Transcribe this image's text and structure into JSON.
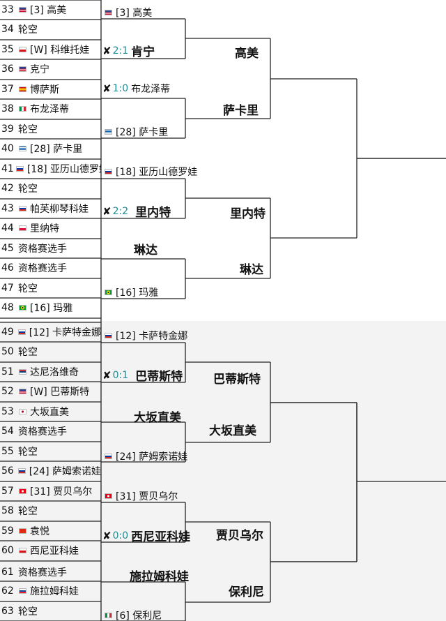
{
  "colors": {
    "line": "#222222",
    "score": "#1a8f96"
  },
  "draw": [
    {
      "num": "33",
      "flag": "us",
      "text": "[3] 高美"
    },
    {
      "num": "34",
      "flag": "",
      "text": "轮空"
    },
    {
      "num": "35",
      "flag": "cz",
      "text": "[W] 科维托娃"
    },
    {
      "num": "36",
      "flag": "us",
      "text": "克宁"
    },
    {
      "num": "37",
      "flag": "es",
      "text": "博萨斯"
    },
    {
      "num": "38",
      "flag": "it",
      "text": "布龙泽蒂"
    },
    {
      "num": "39",
      "flag": "",
      "text": "轮空"
    },
    {
      "num": "40",
      "flag": "gr",
      "text": "[28] 萨卡里"
    },
    {
      "num": "41",
      "flag": "ru",
      "text": "[18] 亚历山德罗娃"
    },
    {
      "num": "42",
      "flag": "",
      "text": "轮空"
    },
    {
      "num": "43",
      "flag": "ru",
      "text": "帕芙柳琴科娃"
    },
    {
      "num": "44",
      "flag": "pl",
      "text": "里纳特"
    },
    {
      "num": "45",
      "flag": "",
      "text": "资格赛选手"
    },
    {
      "num": "46",
      "flag": "",
      "text": "资格赛选手"
    },
    {
      "num": "47",
      "flag": "",
      "text": "轮空"
    },
    {
      "num": "48",
      "flag": "br",
      "text": "[16] 玛雅"
    },
    {
      "num": "49",
      "flag": "ru",
      "text": "[12] 卡萨特金娜"
    },
    {
      "num": "50",
      "flag": "",
      "text": "轮空"
    },
    {
      "num": "51",
      "flag": "rs",
      "text": "达尼洛维奇"
    },
    {
      "num": "52",
      "flag": "us",
      "text": "[W] 巴蒂斯特"
    },
    {
      "num": "53",
      "flag": "jp",
      "text": "大坂直美"
    },
    {
      "num": "54",
      "flag": "",
      "text": "资格赛选手"
    },
    {
      "num": "55",
      "flag": "",
      "text": "轮空"
    },
    {
      "num": "56",
      "flag": "ru",
      "text": "[24] 萨姆索诺娃"
    },
    {
      "num": "57",
      "flag": "tn",
      "text": "[31] 贾贝乌尔"
    },
    {
      "num": "58",
      "flag": "",
      "text": "轮空"
    },
    {
      "num": "59",
      "flag": "cn",
      "text": "袁悦"
    },
    {
      "num": "60",
      "flag": "cz",
      "text": "西尼亚科娃"
    },
    {
      "num": "61",
      "flag": "",
      "text": "资格赛选手"
    },
    {
      "num": "62",
      "flag": "sk",
      "text": "施拉姆科娃"
    },
    {
      "num": "63",
      "flag": "",
      "text": "轮空"
    }
  ],
  "round2": [
    {
      "flag": "us",
      "text": "[3] 高美",
      "big": false
    },
    {
      "flag": "",
      "text": "肯宁",
      "big": true,
      "score": "2:1"
    },
    {
      "flag": "",
      "text": "布龙泽蒂",
      "big": false,
      "score": "1:0"
    },
    {
      "flag": "gr",
      "text": "[28] 萨卡里",
      "big": false
    },
    {
      "flag": "ru",
      "text": "[18] 亚历山德罗娃",
      "big": false
    },
    {
      "flag": "",
      "text": "里内特",
      "big": true,
      "score": "2:2"
    },
    {
      "flag": "",
      "text": "琳达",
      "big": true
    },
    {
      "flag": "br",
      "text": "[16] 玛雅",
      "big": false
    },
    {
      "flag": "ru",
      "text": "[12] 卡萨特金娜",
      "big": false
    },
    {
      "flag": "",
      "text": "巴蒂斯特",
      "big": true,
      "score": "0:1"
    },
    {
      "flag": "",
      "text": "大坂直美",
      "big": true
    },
    {
      "flag": "ru",
      "text": "[24] 萨姆索诺娃",
      "big": false
    },
    {
      "flag": "tn",
      "text": "[31] 贾贝乌尔",
      "big": false
    },
    {
      "flag": "",
      "text": "西尼亚科娃",
      "big": true,
      "score": "0:0"
    },
    {
      "flag": "",
      "text": "施拉姆科娃",
      "big": true
    },
    {
      "flag": "it",
      "text": "[6] 保利尼",
      "big": false
    }
  ],
  "round3": [
    "高美",
    "萨卡里",
    "里内特",
    "琳达",
    "巴蒂斯特",
    "大坂直美",
    "贾贝乌尔",
    "保利尼"
  ]
}
